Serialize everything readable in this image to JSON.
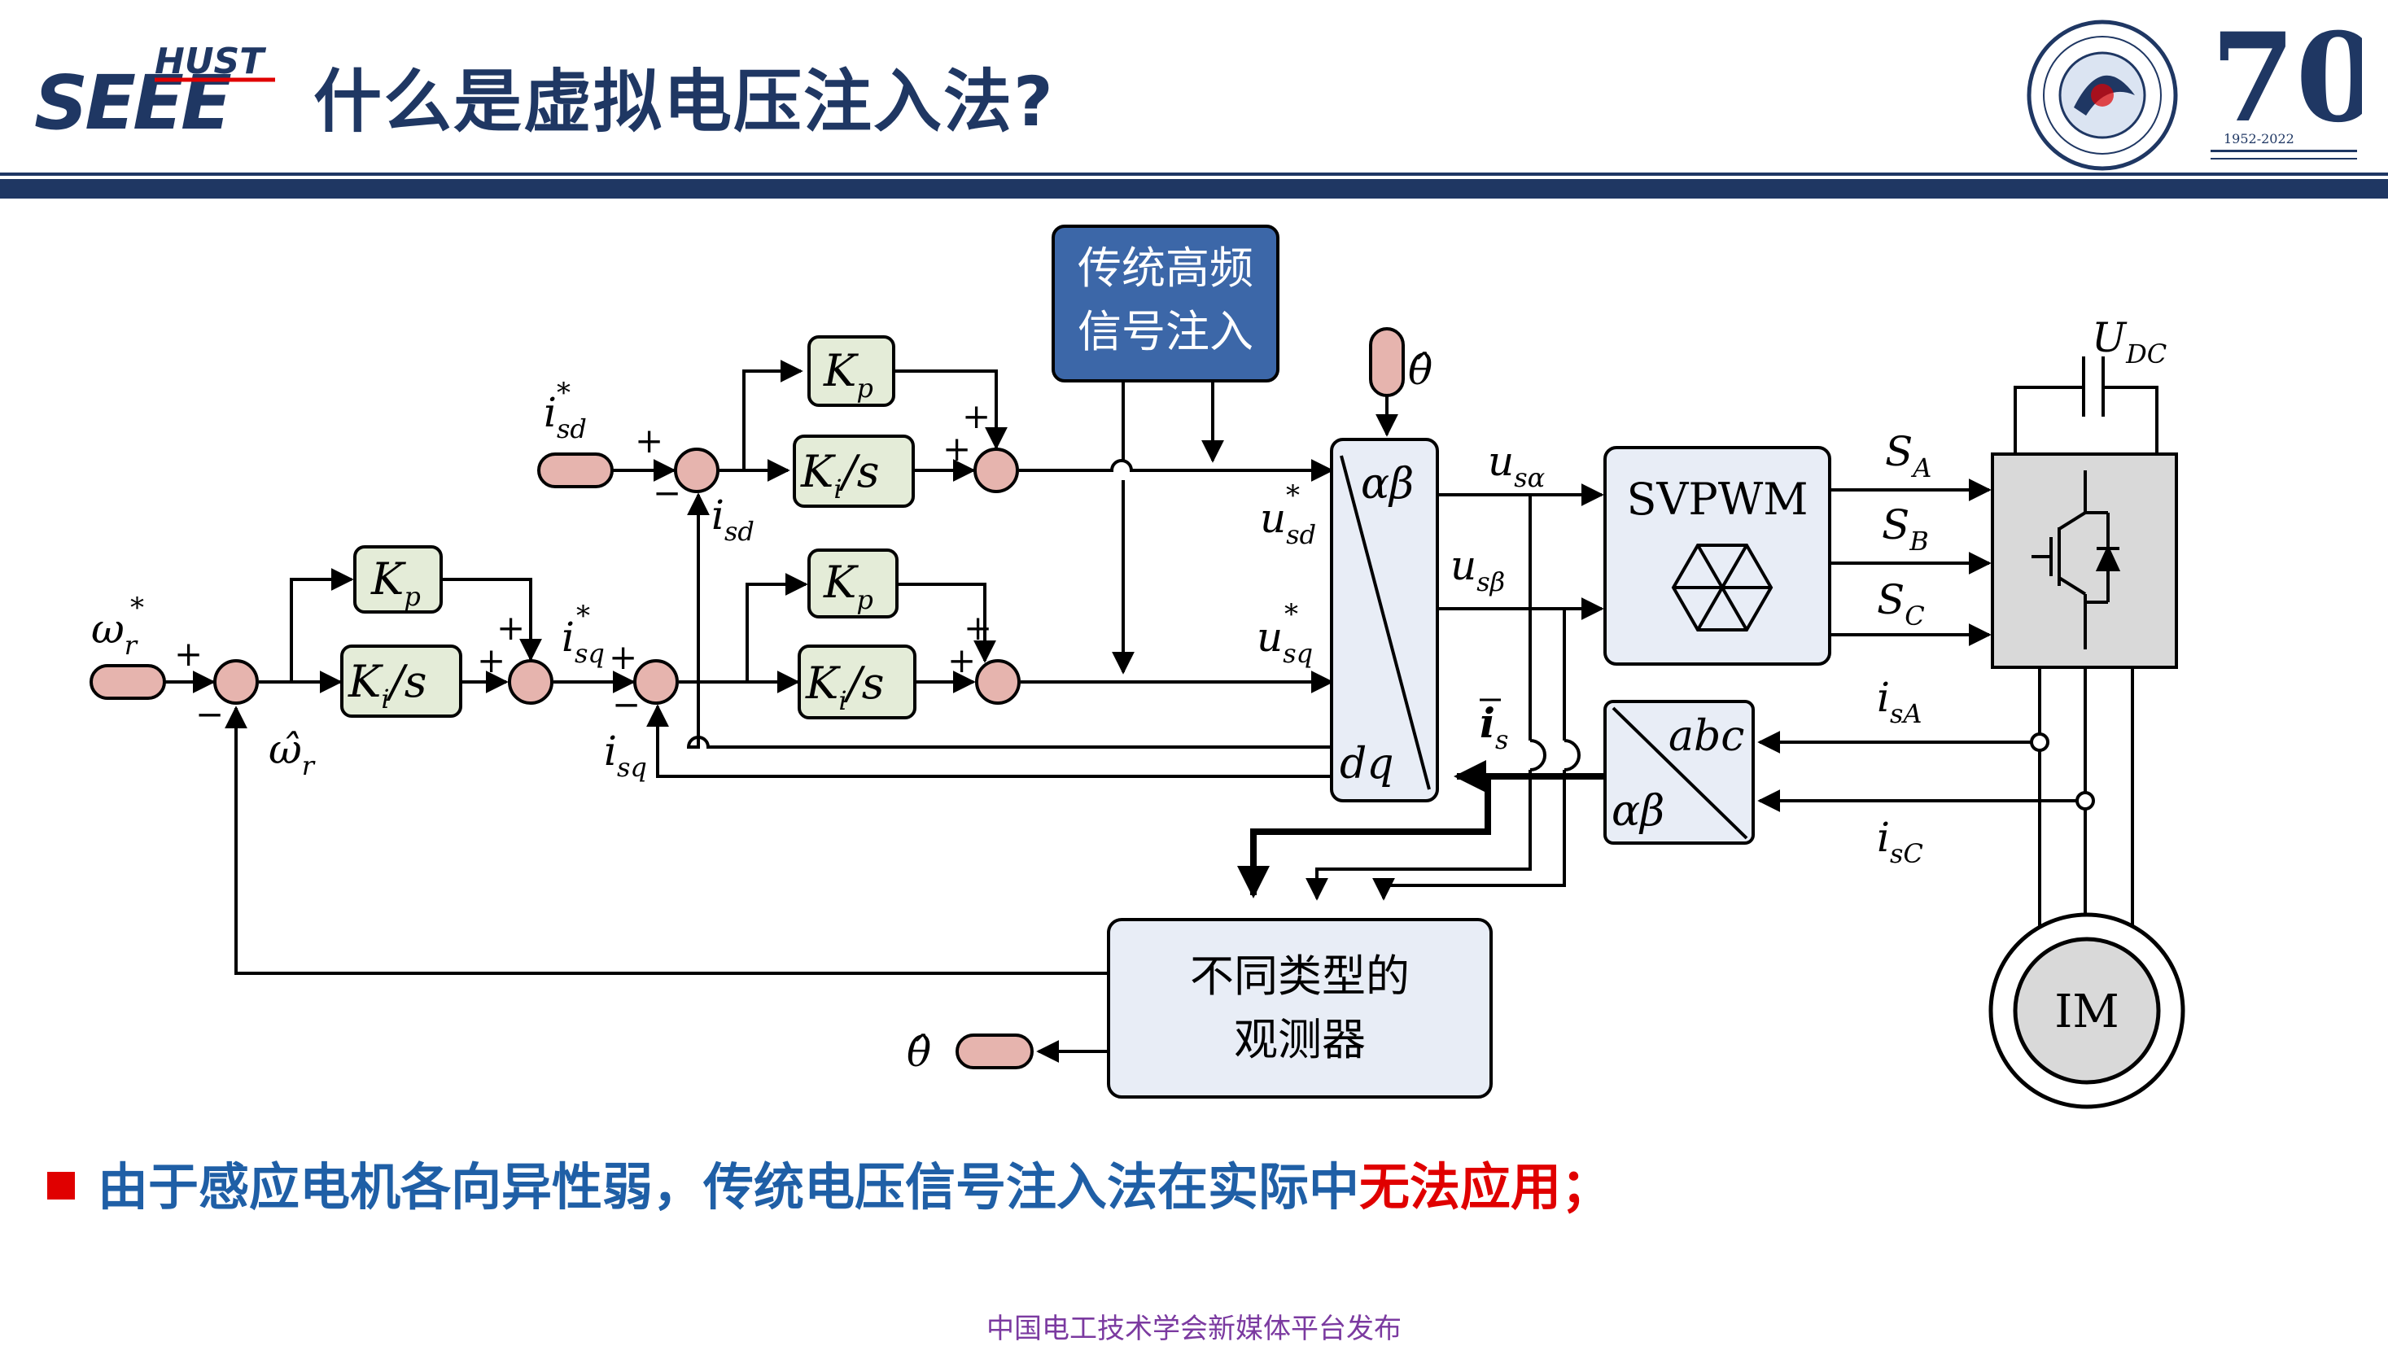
{
  "header": {
    "logo_top": "HUST",
    "logo_bottom": "SEEE",
    "title": "什么是虚拟电压注入法?",
    "anniversary_number": "70",
    "anniversary_years": "1952-2022"
  },
  "diagram": {
    "injection_block_line1": "传统高频",
    "injection_block_line2": "信号注入",
    "observer_line1": "不同类型的",
    "observer_line2": "观测器",
    "svpwm_label": "SVPWM",
    "motor_label": "IM",
    "kp": "K",
    "kp_sub": "p",
    "ki": "K",
    "ki_sub": "i",
    "ki_div": "/s",
    "theta_hat": "θ̂",
    "udc_main": "U",
    "udc_sub": "DC",
    "sa_main": "S",
    "sa_sub": "A",
    "sb_main": "S",
    "sb_sub": "B",
    "sc_main": "S",
    "sc_sub": "C",
    "alpha_beta": "αβ",
    "dq": "dq",
    "abc": "abc",
    "usa_main": "u",
    "usa_sub": "sα",
    "usb_main": "u",
    "usb_sub": "sβ",
    "usd_main": "u",
    "usd_sub": "sd",
    "usq_main": "u",
    "usq_sub": "sq",
    "isd_ref_main": "i",
    "isd_ref_sub": "sd",
    "isq_ref_main": "i",
    "isq_ref_sub": "sq",
    "isd_main": "i",
    "isd_sub": "sd",
    "isq_main": "i",
    "isq_sub": "sq",
    "isA_main": "i",
    "isA_sub": "sA",
    "isC_main": "i",
    "isC_sub": "sC",
    "is_vec_main": "i",
    "is_vec_sub": "s",
    "omega_ref_main": "ω",
    "omega_ref_sub": "r",
    "omega_hat_main": "ω̂",
    "omega_hat_sub": "r",
    "star": "*",
    "plus": "+",
    "minus": "−"
  },
  "bullet": {
    "text_main": "由于感应电机各向异性弱，传统电压信号注入法在实际中",
    "text_red": "无法应用；"
  },
  "footer": {
    "text": "中国电工技术学会新媒体平台发布"
  },
  "colors": {
    "navy": "#1f3763",
    "block_blue": "#3c67a8",
    "block_light": "#e8edf6",
    "gain_green": "#e4ecd8",
    "terminal_pink": "#e6b4ae",
    "red": "#e00000"
  }
}
